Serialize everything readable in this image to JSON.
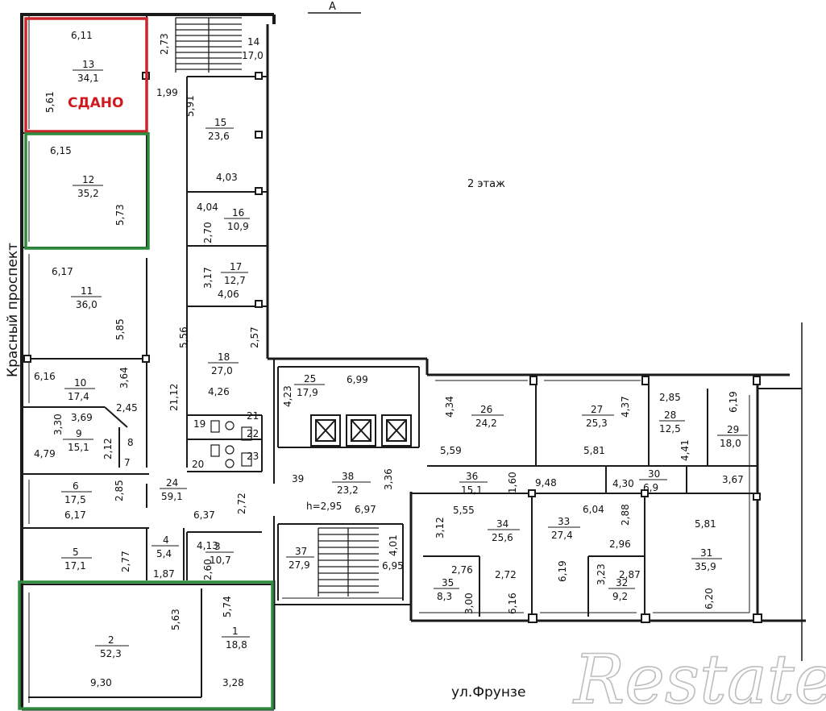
{
  "header": {
    "axis_letter": "A"
  },
  "floor_label": "2 этаж",
  "streets": {
    "left": "Красный проспект",
    "bottom": "ул.Фрунзе"
  },
  "rented_label": "СДАНО",
  "watermark": "Restate",
  "highlight_colors": {
    "rented": "#c8262b",
    "available": "#2e8b3e"
  },
  "rooms": [
    {
      "no": "1",
      "area": "18,8"
    },
    {
      "no": "2",
      "area": "52,3"
    },
    {
      "no": "3",
      "area": "10,7"
    },
    {
      "no": "4",
      "area": "5,4"
    },
    {
      "no": "5",
      "area": "17,1"
    },
    {
      "no": "6",
      "area": "17,5"
    },
    {
      "no": "7",
      "area": ""
    },
    {
      "no": "8",
      "area": ""
    },
    {
      "no": "9",
      "area": "15,1"
    },
    {
      "no": "10",
      "area": "17,4"
    },
    {
      "no": "11",
      "area": "36,0"
    },
    {
      "no": "12",
      "area": "35,2"
    },
    {
      "no": "13",
      "area": "34,1"
    },
    {
      "no": "14",
      "area": "17,0"
    },
    {
      "no": "15",
      "area": "23,6"
    },
    {
      "no": "16",
      "area": "10,9"
    },
    {
      "no": "17",
      "area": "12,7"
    },
    {
      "no": "18",
      "area": "27,0"
    },
    {
      "no": "19",
      "area": ""
    },
    {
      "no": "20",
      "area": ""
    },
    {
      "no": "21",
      "area": ""
    },
    {
      "no": "22",
      "area": ""
    },
    {
      "no": "23",
      "area": ""
    },
    {
      "no": "24",
      "area": "59,1"
    },
    {
      "no": "25",
      "area": "17,9"
    },
    {
      "no": "26",
      "area": "24,2"
    },
    {
      "no": "27",
      "area": "25,3"
    },
    {
      "no": "28",
      "area": "12,5"
    },
    {
      "no": "29",
      "area": "18,0"
    },
    {
      "no": "30",
      "area": "6,9"
    },
    {
      "no": "31",
      "area": "35,9"
    },
    {
      "no": "32",
      "area": "9,2"
    },
    {
      "no": "33",
      "area": "27,4"
    },
    {
      "no": "34",
      "area": "25,6"
    },
    {
      "no": "35",
      "area": "8,3"
    },
    {
      "no": "36",
      "area": "15,1"
    },
    {
      "no": "37",
      "area": "27,9"
    },
    {
      "no": "38",
      "area": "23,2"
    },
    {
      "no": "39",
      "area": ""
    }
  ],
  "ceiling_height": "h=2,95",
  "dimensions": [
    "6,11",
    "5,61",
    "2,73",
    "1,99",
    "5,91",
    "4,03",
    "6,15",
    "5,73",
    "4,04",
    "2,70",
    "3,17",
    "4,06",
    "6,17",
    "5,85",
    "2,57",
    "5,56",
    "21,12",
    "4,26",
    "6,16",
    "3,64",
    "2,45",
    "3,30",
    "3,69",
    "4,79",
    "2,12",
    "4,23",
    "6,99",
    "4,34",
    "5,59",
    "4,37",
    "5,81",
    "2,85",
    "4,41",
    "6,19",
    "3,67",
    "3,36",
    "2,85",
    "6,17",
    "2,72",
    "6,37",
    "6,97",
    "1,60",
    "9,48",
    "4,30",
    "6,04",
    "2,88",
    "5,55",
    "3,12",
    "2,72",
    "2,96",
    "5,81",
    "6,19",
    "2,77",
    "1,87",
    "4,13",
    "2,60",
    "4,01",
    "6,95",
    "2,76",
    "3,00",
    "6,16",
    "3,23",
    "2,87",
    "6,20",
    "5,74",
    "5,63",
    "9,30",
    "3,28"
  ]
}
